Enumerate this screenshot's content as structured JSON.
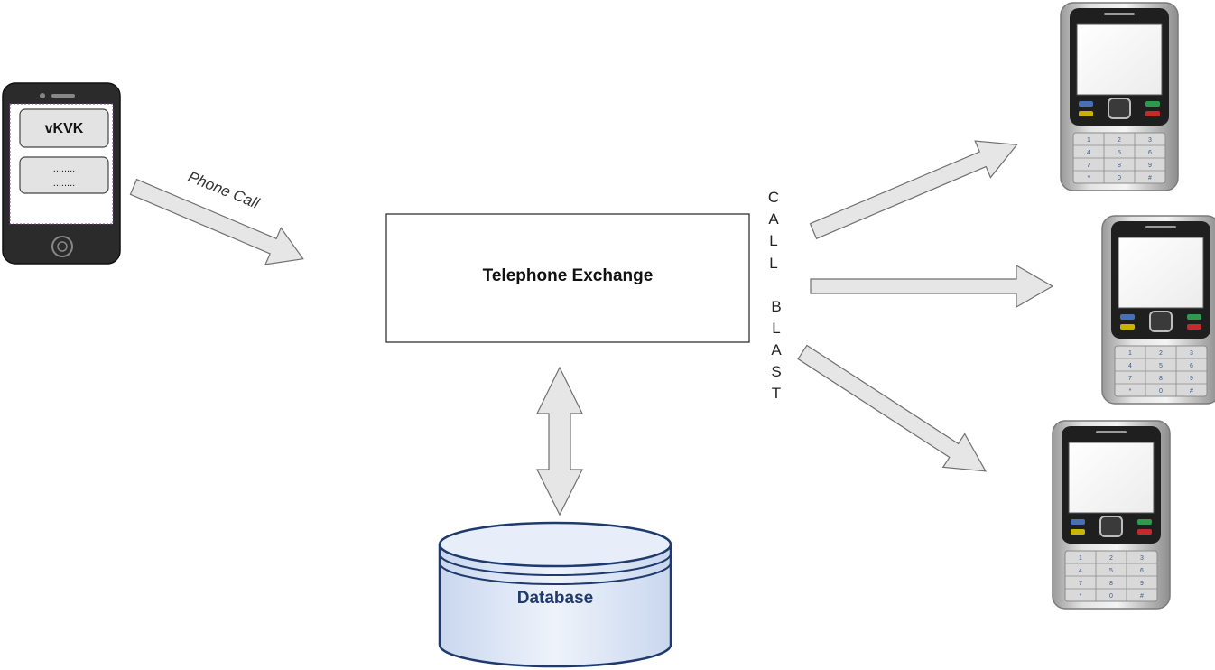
{
  "sender_phone": {
    "app_title": "vKVK",
    "field_dots_1": "........",
    "field_dots_2": "........"
  },
  "edge_phone_call": {
    "label": "Phone Call"
  },
  "exchange": {
    "label": "Telephone Exchange"
  },
  "database": {
    "label": "Database"
  },
  "call_blast": {
    "letters": [
      "C",
      "A",
      "L",
      "L",
      "B",
      "L",
      "A",
      "S",
      "T"
    ]
  },
  "keypad": [
    "1",
    "2",
    "3",
    "4",
    "5",
    "6",
    "7",
    "8",
    "9",
    "*",
    "0",
    "#"
  ],
  "colors": {
    "arrow_fill": "#e6e6e6",
    "arrow_stroke": "#707070",
    "database_fill": "#dce6f4",
    "database_stroke": "#1f3b6d",
    "phone_body": "#2b2b2b"
  }
}
